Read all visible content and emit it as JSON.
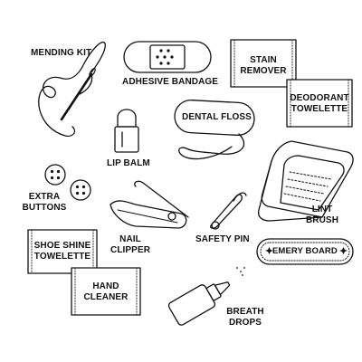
{
  "colors": {
    "ink": "#111111",
    "background": "#ffffff"
  },
  "items": {
    "mending_kit": {
      "label": "MENDING KIT"
    },
    "adhesive_bandage": {
      "label": "ADHESIVE BANDAGE"
    },
    "stain_remover": {
      "line1": "STAIN",
      "line2": "REMOVER"
    },
    "deodorant_towelette": {
      "line1": "DEODORANT",
      "line2": "TOWELETTE"
    },
    "dental_floss": {
      "label": "DENTAL FLOSS"
    },
    "lip_balm": {
      "label": "LIP BALM"
    },
    "extra_buttons": {
      "line1": "EXTRA",
      "line2": "BUTTONS"
    },
    "lint_brush": {
      "line1": "LINT",
      "line2": "BRUSH"
    },
    "safety_pin": {
      "label": "SAFETY PIN"
    },
    "emery_board": {
      "label": "EMERY BOARD"
    },
    "nail_clipper": {
      "line1": "NAIL",
      "line2": "CLIPPER"
    },
    "shoe_shine_towelette": {
      "line1": "SHOE SHINE",
      "line2": "TOWELETTE"
    },
    "hand_cleaner": {
      "line1": "HAND",
      "line2": "CLEANER"
    },
    "breath_drops": {
      "line1": "BREATH",
      "line2": "DROPS"
    }
  },
  "icons": [
    "needle-and-thread-icon",
    "bandage-icon",
    "packet-icon",
    "lip-balm-icon",
    "floss-icon",
    "button-icon",
    "lint-brush-icon",
    "nail-clipper-icon",
    "safety-pin-icon",
    "emery-board-icon",
    "dropper-bottle-icon"
  ]
}
